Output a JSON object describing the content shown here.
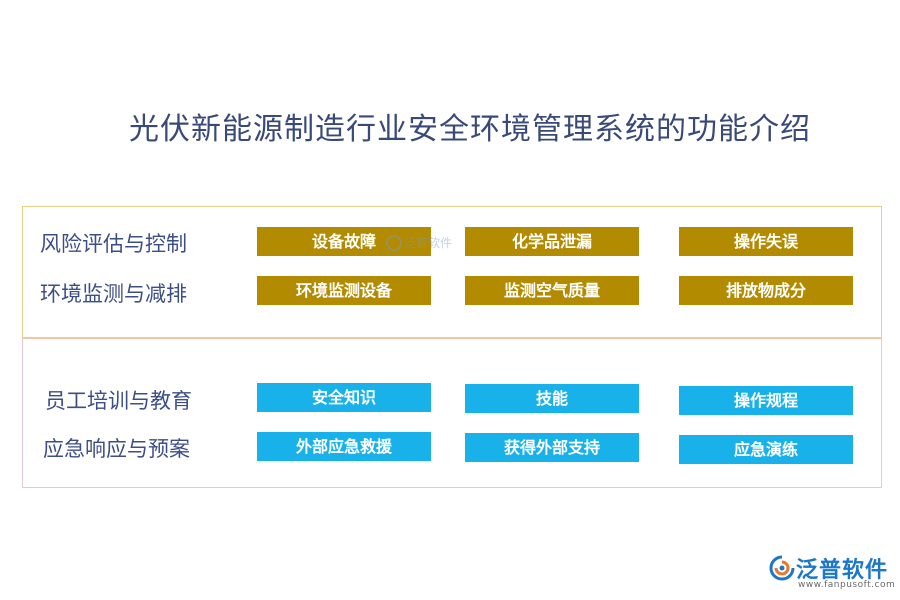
{
  "title": "光伏新能源制造行业安全环境管理系统的功能介绍",
  "sections": [
    {
      "rows": [
        {
          "label": "风险评估与控制",
          "items": [
            "设备故障",
            "化学品泄漏",
            "操作失误"
          ]
        },
        {
          "label": "环境监测与减排",
          "items": [
            "环境监测设备",
            "监测空气质量",
            "排放物成分"
          ]
        }
      ]
    },
    {
      "rows": [
        {
          "label": "员工培训与教育",
          "items": [
            "安全知识",
            "技能",
            "操作规程"
          ]
        },
        {
          "label": "应急响应与预案",
          "items": [
            "外部应急救援",
            "获得外部支持",
            "应急演练"
          ]
        }
      ]
    }
  ],
  "logo": {
    "brand": "泛普软件",
    "url": "www.fanpusoft.com",
    "watermark": "泛普软件",
    "icon": "fanpu-logo-icon"
  },
  "colors": {
    "title": "#3a4a78",
    "label": "#3c4e86",
    "gold_box": "#b28b00",
    "blue_box": "#19b1ea",
    "brand": "#1b77c9"
  }
}
